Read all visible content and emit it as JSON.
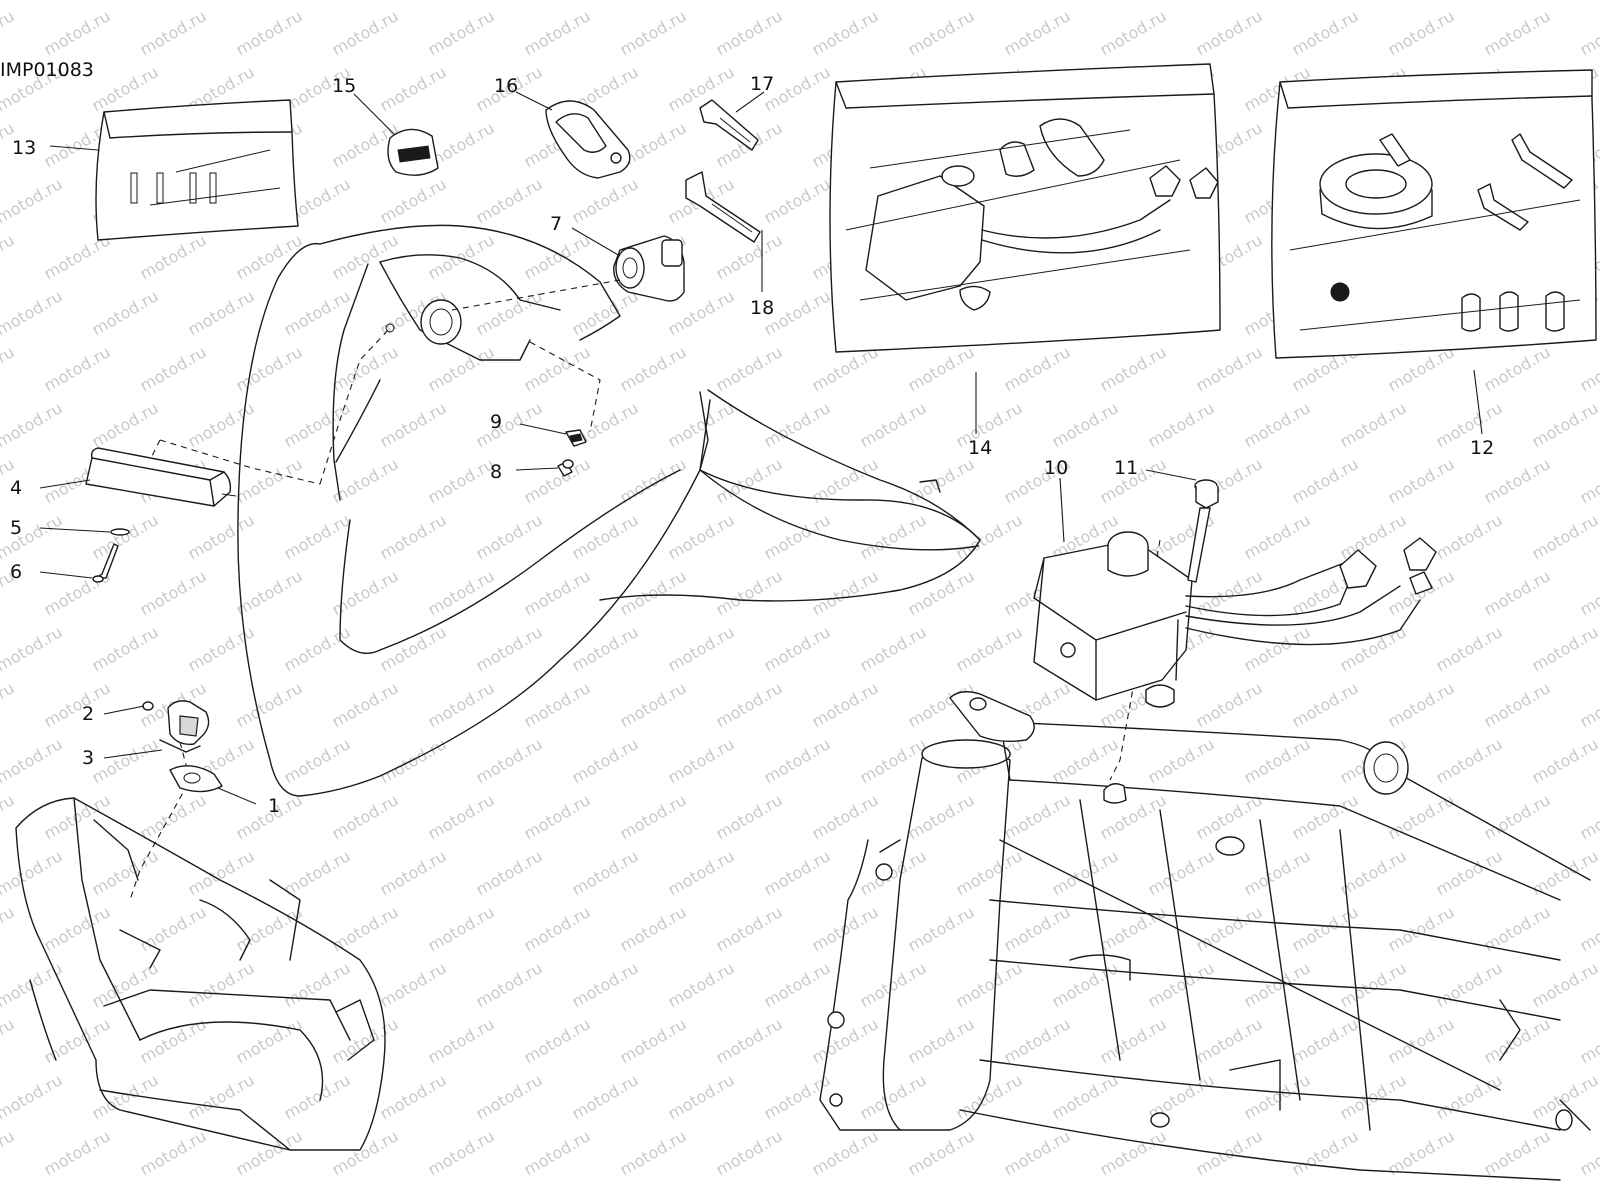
{
  "diagram": {
    "id": "IMP01083",
    "watermark": "motod.ru",
    "callouts": [
      "1",
      "2",
      "3",
      "4",
      "5",
      "6",
      "7",
      "8",
      "9",
      "10",
      "11",
      "12",
      "13",
      "14",
      "15",
      "16",
      "17",
      "18"
    ]
  },
  "colors": {
    "line": "#1a1a1a",
    "background": "#ffffff",
    "watermark": "#c9c9c9"
  }
}
